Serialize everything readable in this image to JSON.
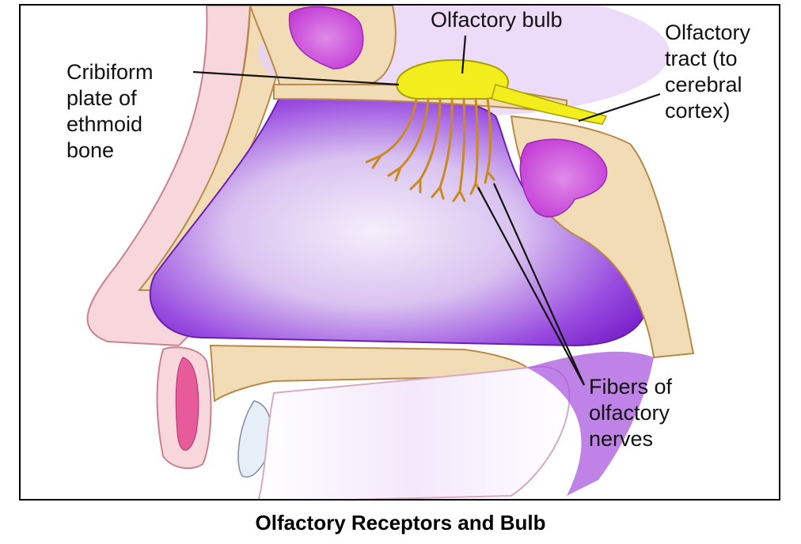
{
  "diagram": {
    "labels": {
      "olfactory_bulb": "Olfactory bulb",
      "olfactory_tract": "Olfactory\ntract (to\ncerebral\ncortex)",
      "cribiform_plate": "Cribiform\nplate of\nethmoid\nbone",
      "fibers": "Fibers of\nolfactory\nnerves"
    },
    "caption": "Olfactory Receptors and Bulb"
  },
  "colors": {
    "cavity_purple": "#8a34d8",
    "bone_tan": "#f1dcb6",
    "bulb_yellow": "#f2ee1e",
    "sinus_magenta": "#cc44dd",
    "skin_pink": "#f7d7dc"
  }
}
